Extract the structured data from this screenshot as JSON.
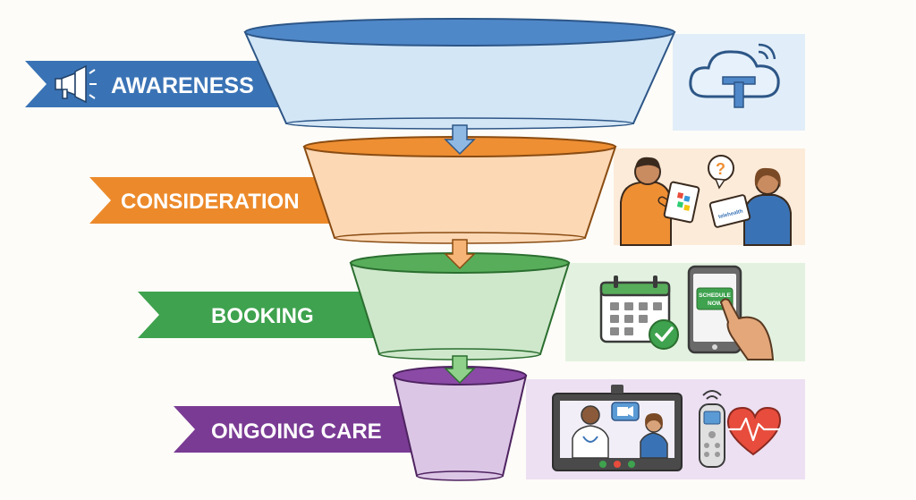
{
  "stages": [
    {
      "label": "AWARENESS",
      "color": "#3a73b5",
      "funnel_fill": "#d3e6f6",
      "funnel_rim": "#4f88c9",
      "panel": "#e1eef9",
      "icon": "megaphone-icon",
      "illustration": "cloud-t-icon"
    },
    {
      "label": "CONSIDERATION",
      "color": "#ec8a2b",
      "funnel_fill": "#fcd8b5",
      "funnel_rim": "#ee8f33",
      "panel": "#fcebd9",
      "icon": "",
      "illustration": "people-with-tablets"
    },
    {
      "label": "BOOKING",
      "color": "#3ea24e",
      "funnel_fill": "#cfe8cc",
      "funnel_rim": "#58ad5b",
      "panel": "#e3f2e0",
      "icon": "",
      "illustration": "calendar-and-phone"
    },
    {
      "label": "ONGOING CARE",
      "color": "#7a3b94",
      "funnel_fill": "#dcc6e6",
      "funnel_rim": "#8b4aa6",
      "panel": "#ece0f2",
      "icon": "",
      "illustration": "telehealth-and-monitor"
    }
  ],
  "booking_phone_button": {
    "line1": "SCHEDULE",
    "line2": "NOW"
  },
  "app_logo_text": "telehealth"
}
